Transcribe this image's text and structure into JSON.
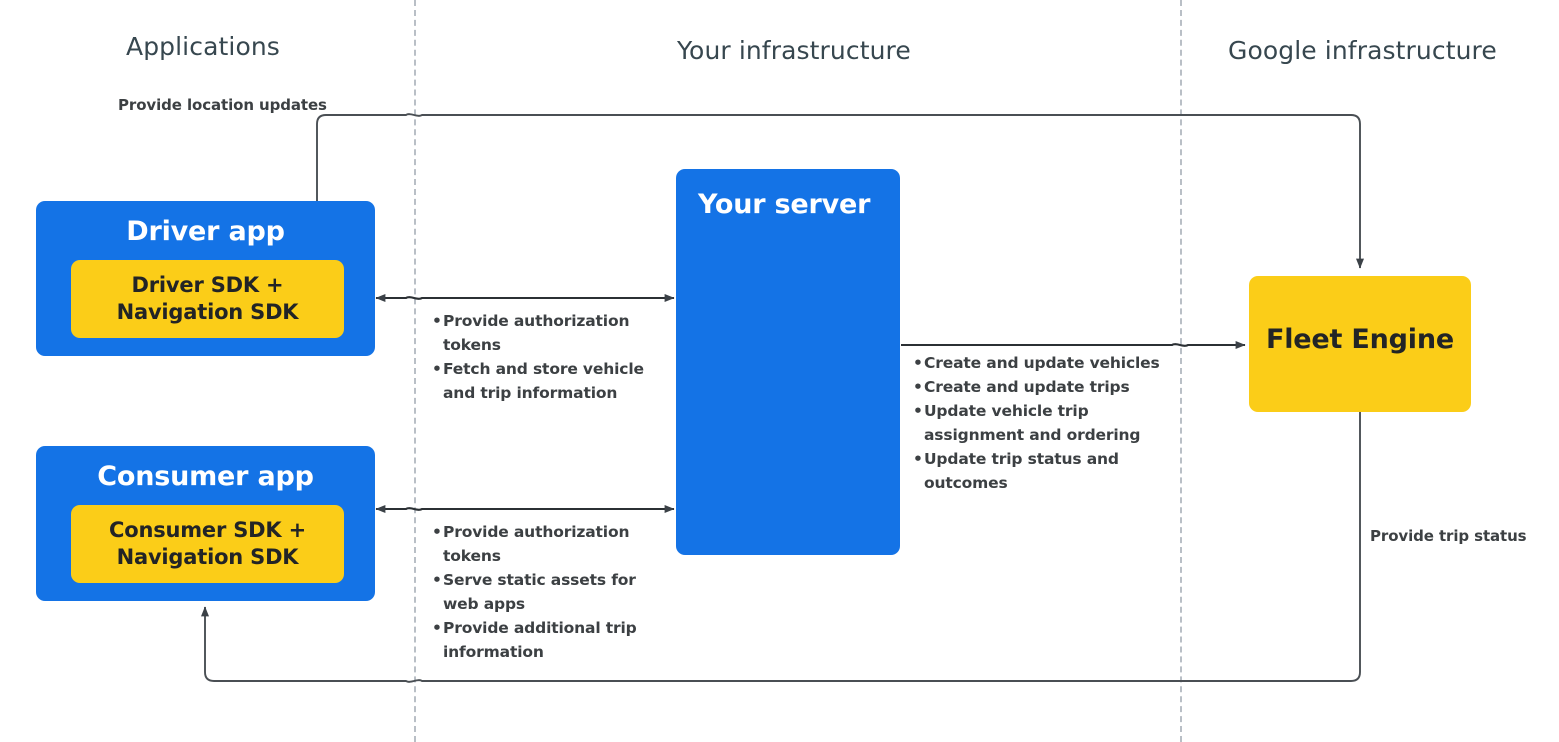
{
  "lanes": [
    {
      "id": "applications",
      "label": "Applications"
    },
    {
      "id": "your-infrastructure",
      "label": "Your infrastructure"
    },
    {
      "id": "google-infrastructure",
      "label": "Google infrastructure"
    }
  ],
  "nodes": {
    "driver_app": {
      "title": "Driver app",
      "sdk_label": "Driver SDK +\nNavigation SDK",
      "sdk_line1": "Driver SDK +",
      "sdk_line2": "Navigation SDK",
      "color": "#1473e6",
      "sdk_color": "#fbcd18"
    },
    "consumer_app": {
      "title": "Consumer app",
      "sdk_line1": "Consumer SDK +",
      "sdk_line2": "Navigation SDK",
      "color": "#1473e6",
      "sdk_color": "#fbcd18"
    },
    "your_server": {
      "title": "Your server",
      "color": "#1473e6"
    },
    "fleet_engine": {
      "title": "Fleet Engine",
      "color": "#fbcd18"
    }
  },
  "edges": {
    "provide_location_updates": {
      "label": "Provide location updates",
      "from": "driver_app",
      "to": "fleet_engine",
      "direction": "one-way"
    },
    "provide_trip_status": {
      "label": "Provide trip status",
      "from": "fleet_engine",
      "to": "consumer_app",
      "direction": "one-way"
    },
    "driver_to_server": {
      "direction": "two-way",
      "bullets": [
        "Provide authorization tokens",
        "Fetch and store vehicle and trip information"
      ]
    },
    "consumer_to_server": {
      "direction": "two-way",
      "bullets": [
        "Provide authorization tokens",
        "Serve static assets for web apps",
        "Provide additional trip information"
      ]
    },
    "server_to_fleet_engine": {
      "direction": "one-way",
      "bullets": [
        "Create and update vehicles",
        "Create and update trips",
        "Update vehicle trip assignment and ordering",
        "Update trip status and outcomes"
      ]
    }
  },
  "colors": {
    "blue": "#1473e6",
    "yellow": "#fbcd18",
    "connector": "#4a4f54",
    "divider": "#b9bfc6",
    "text_dark": "#3c4043",
    "lane_title": "#37474f"
  }
}
